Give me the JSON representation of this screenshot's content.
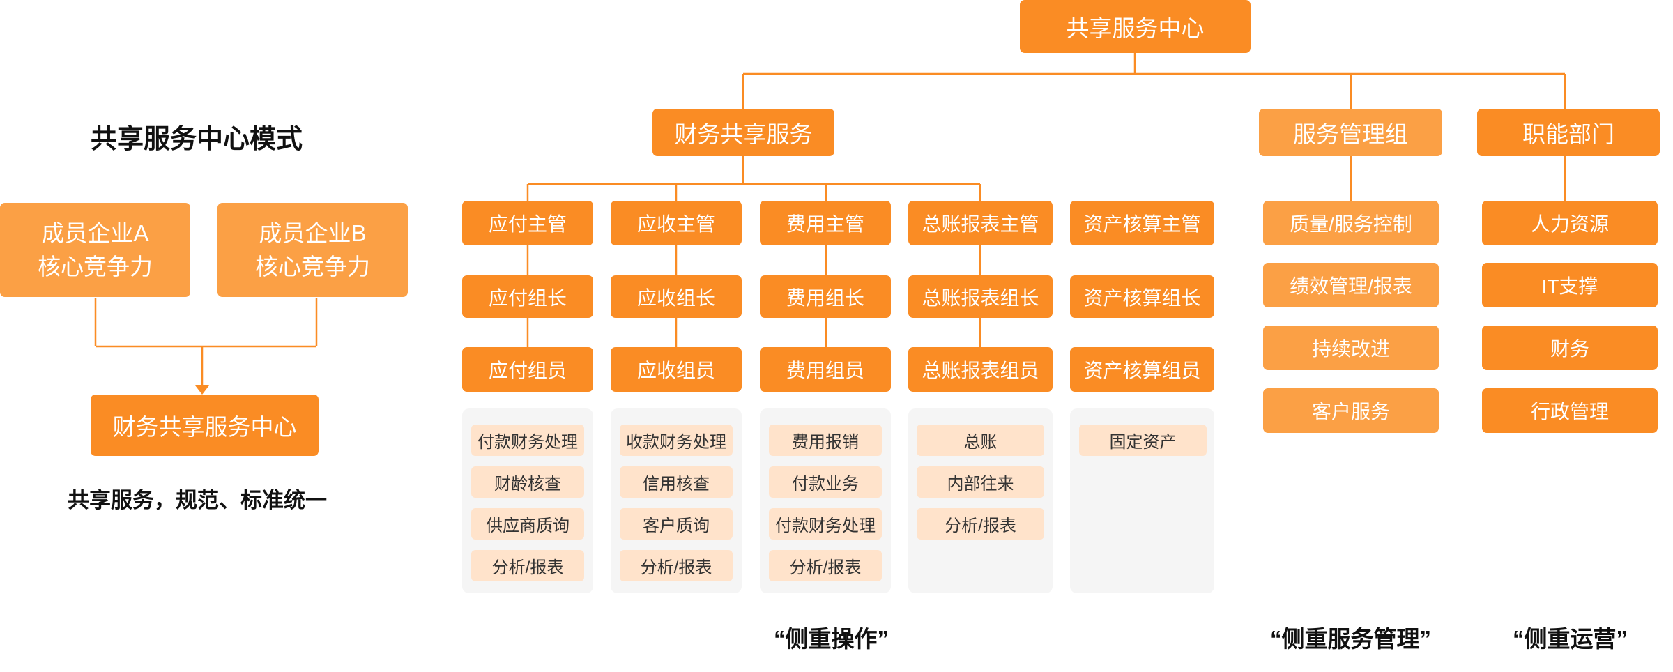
{
  "left": {
    "title": "共享服务中心模式",
    "member_a": [
      "成员企业A",
      "核心竞争力"
    ],
    "member_b": [
      "成员企业B",
      "核心竞争力"
    ],
    "center": "财务共享服务中心",
    "caption": "共享服务，规范、标准统一"
  },
  "org": {
    "root": "共享服务中心",
    "finance": "财务共享服务",
    "service_mgmt": "服务管理组",
    "functions": "职能部门",
    "finance_columns": [
      {
        "lead": "应付主管",
        "group_lead": "应付组长",
        "member": "应付组员",
        "tasks": [
          "付款财务处理",
          "财龄核查",
          "供应商质询",
          "分析/报表"
        ]
      },
      {
        "lead": "应收主管",
        "group_lead": "应收组长",
        "member": "应收组员",
        "tasks": [
          "收款财务处理",
          "信用核查",
          "客户质询",
          "分析/报表"
        ]
      },
      {
        "lead": "费用主管",
        "group_lead": "费用组长",
        "member": "费用组员",
        "tasks": [
          "费用报销",
          "付款业务",
          "付款财务处理",
          "分析/报表"
        ]
      },
      {
        "lead": "总账报表主管",
        "group_lead": "总账报表组长",
        "member": "总账报表组员",
        "tasks": [
          "总账",
          "内部往来",
          "分析/报表"
        ]
      },
      {
        "lead": "资产核算主管",
        "group_lead": "资产核算组长",
        "member": "资产核算组员",
        "tasks": [
          "固定资产"
        ]
      }
    ],
    "service_items": [
      "质量/服务控制",
      "绩效管理/报表",
      "持续改进",
      "客户服务"
    ],
    "function_items": [
      "人力资源",
      "IT支撑",
      "财务",
      "行政管理"
    ]
  },
  "captions": {
    "operations": "“侧重操作”",
    "service": "“侧重服务管理”",
    "operating": "“侧重运营”"
  },
  "colors": {
    "primary": "#FA8C24",
    "secondary": "#FBA045",
    "chip": "#FFE3CB",
    "panel": "#F5F5F5"
  }
}
